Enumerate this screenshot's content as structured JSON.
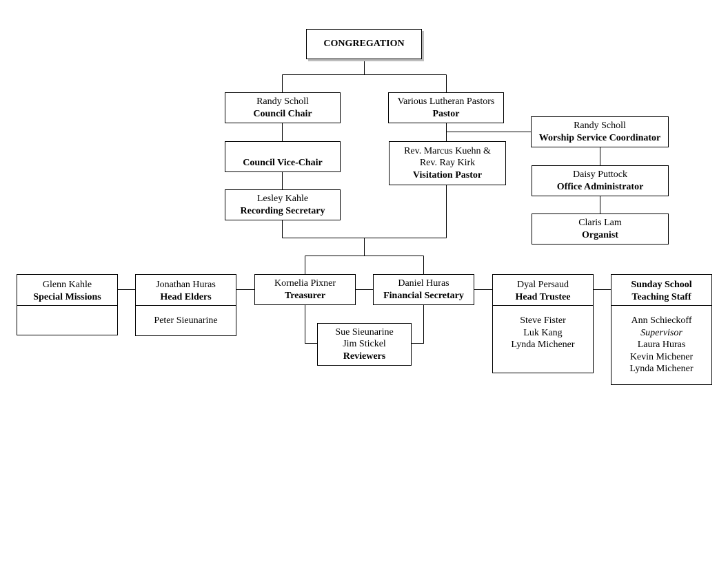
{
  "congregation": "CONGREGATION",
  "council_chair": {
    "name": "Randy Scholl",
    "role": "Council Chair"
  },
  "pastor": {
    "name": "Various Lutheran Pastors",
    "role": "Pastor"
  },
  "worship": {
    "name": "Randy Scholl",
    "role": "Worship Service Coordinator"
  },
  "vice_chair": {
    "role": "Council Vice-Chair"
  },
  "visitation": {
    "line1": "Rev. Marcus Kuehn &",
    "line2": "Rev. Ray Kirk",
    "role": "Visitation Pastor"
  },
  "office_admin": {
    "name": "Daisy Puttock",
    "role": "Office Administrator"
  },
  "rec_secretary": {
    "name": "Lesley Kahle",
    "role": "Recording Secretary"
  },
  "organist": {
    "name": "Claris Lam",
    "role": "Organist"
  },
  "special_missions": {
    "name": "Glenn Kahle",
    "role": "Special Missions"
  },
  "head_elders": {
    "name": "Jonathan Huras",
    "role": "Head Elders",
    "members": [
      "Peter Sieunarine"
    ]
  },
  "treasurer": {
    "name": "Kornelia Pixner",
    "role": "Treasurer"
  },
  "fin_secretary": {
    "name": "Daniel Huras",
    "role": "Financial Secretary"
  },
  "reviewers": {
    "members": [
      "Sue Sieunarine",
      "Jim Stickel"
    ],
    "role": "Reviewers"
  },
  "head_trustee": {
    "name": "Dyal Persaud",
    "role": "Head Trustee",
    "members": [
      "Steve Fister",
      "Luk Kang",
      "Lynda Michener"
    ]
  },
  "sunday_school": {
    "role_line1": "Sunday School",
    "role_line2": "Teaching Staff",
    "member1": "Ann Schieckoff",
    "member1_note": "Supervisor",
    "others": [
      "Laura Huras",
      "Kevin Michener",
      "Lynda Michener"
    ]
  }
}
